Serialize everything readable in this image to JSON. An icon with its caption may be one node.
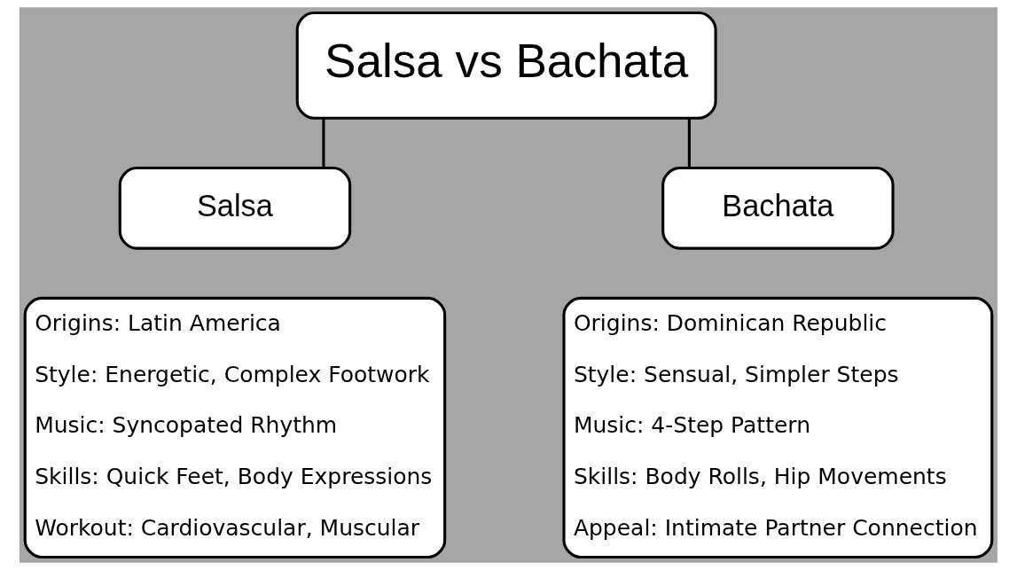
{
  "diagram": {
    "nodes": [
      {
        "text": [
          "Salsa vs Bachata"
        ]
      },
      {
        "text": [
          "Salsa"
        ]
      },
      {
        "text": [
          "Bachata"
        ]
      },
      {
        "text": [
          "Origins: Latin America",
          "Style: Energetic, Complex Footwork",
          "Music: Syncopated Rhythm",
          "Skills: Quick Feet, Body Expressions",
          "Workout: Cardiovascular, Muscular"
        ]
      },
      {
        "text": [
          "Origins: Dominican Republic",
          "Style: Sensual, Simpler Steps",
          "Music: 4-Step Pattern",
          "Skills: Body Rolls, Hip Movements",
          "Appeal: Intimate Partner Connection"
        ]
      }
    ],
    "edges": [
      {
        "from": 0,
        "to": 1,
        "arrow": "none"
      },
      {
        "from": 0,
        "to": 2,
        "arrow": "none"
      }
    ]
  }
}
